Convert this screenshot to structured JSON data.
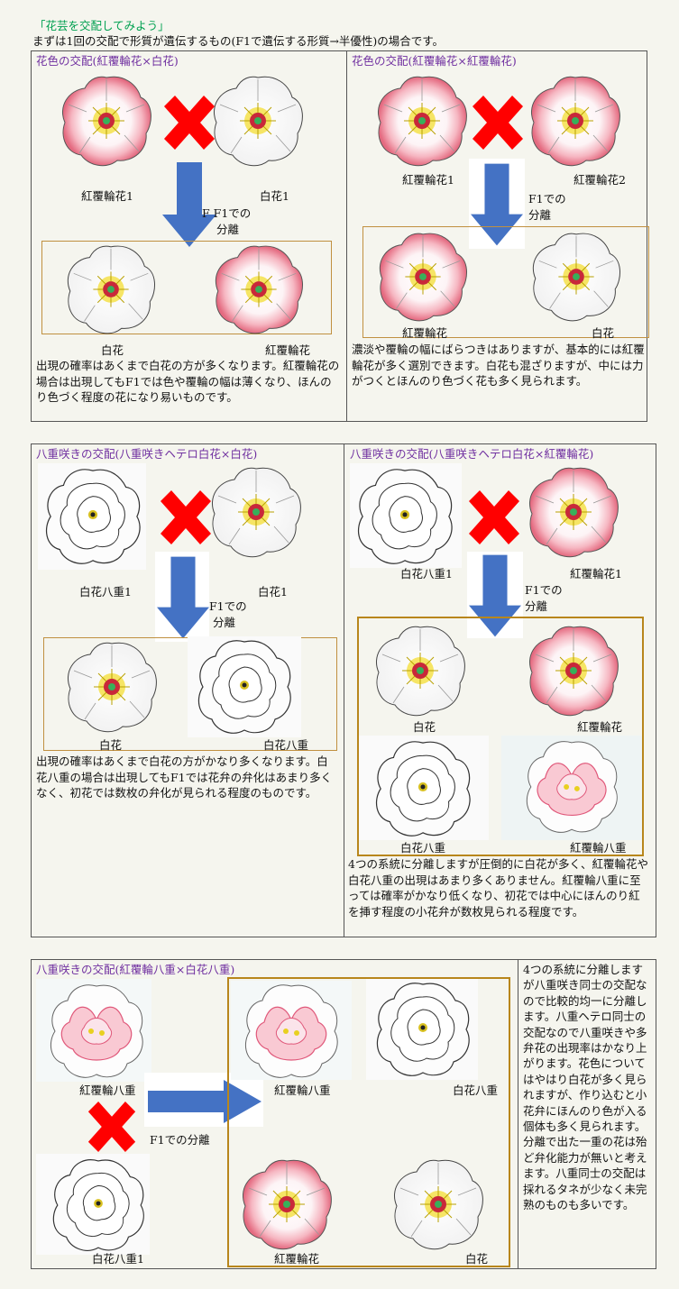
{
  "header": {
    "title": "「花芸を交配してみよう」",
    "intro": "まずは1回の交配で形質が遺伝するもの(F1で遺伝する形質→半優性)の場合です。"
  },
  "section1": {
    "left": {
      "heading": "花色の交配(紅覆輪花×白花)",
      "parent1": "紅覆輪花1",
      "parent2": "白花1",
      "f1_label_a": "F F1での",
      "f1_label_b": "分離",
      "child1": "白花",
      "child2": "紅覆輪花",
      "note": "出現の確率はあくまで白花の方が多くなります。紅覆輪花の場合は出現してもF1では色や覆輪の幅は薄くなり、ほんのり色づく程度の花になり易いものです。"
    },
    "right": {
      "heading": "花色の交配(紅覆輪花×紅覆輪花)",
      "parent1": "紅覆輪花1",
      "parent2": "紅覆輪花2",
      "f1_label_a": "F1での",
      "f1_label_b": "分離",
      "child1": "紅覆輪花",
      "child2": "白花",
      "note": "濃淡や覆輪の幅にばらつきはありますが、基本的には紅覆輪花が多く選別できます。白花も混ざりますが、中には力がつくとほんのり色づく花も多く見られます。"
    }
  },
  "section2": {
    "left": {
      "heading": "八重咲きの交配(八重咲きヘテロ白花×白花)",
      "parent1": "白花八重1",
      "parent2": "白花1",
      "f1_label_a": "F1での",
      "f1_label_b": "分離",
      "child1": "白花",
      "child2": "白花八重",
      "note": "出現の確率はあくまで白花の方がかなり多くなります。白花八重の場合は出現してもF1では花弁の弁化はあまり多くなく、初花では数枚の弁化が見られる程度のものです。"
    },
    "right": {
      "heading": "八重咲きの交配(八重咲きヘテロ白花×紅覆輪花)",
      "parent1": "白花八重1",
      "parent2": "紅覆輪花1",
      "f1_label_a": "F1での",
      "f1_label_b": "分離",
      "child1": "白花",
      "child2": "紅覆輪花",
      "child3": "白花八重",
      "child4": "紅覆輪八重",
      "note": "4つの系統に分離しますが圧倒的に白花が多く、紅覆輪花や白花八重の出現はあまり多くありません。紅覆輪八重に至っては確率がかなり低くなり、初花では中心にほんのり紅を挿す程度の小花弁が数枚見られる程度です。"
    }
  },
  "section3": {
    "heading": "八重咲きの交配(紅覆輪八重×白花八重)",
    "parent1": "紅覆輪八重",
    "parent2": "白花八重1",
    "f1_label": "F1での分離",
    "child1": "紅覆輪八重",
    "child2": "白花八重",
    "child3": "紅覆輪花",
    "child4": "白花",
    "note": "4つの系統に分離しますが八重咲き同士の交配なので比較的均一に分離します。八重ヘテロ同士の交配なので八重咲きや多弁花の出現率はかなり上がります。花色についてはやはり白花が多く見られますが、作り込むと小花弁にほんのり色が入る個体も多く見られます。分離で出た一重の花は殆ど弁化能力が無いと考えます。八重同士の交配は採れるタネが少なく未完熟のものも多いです。"
  },
  "colors": {
    "heading": "#7030a0",
    "title": "#00a050",
    "arrow": "#4472c4",
    "cross": "#ff0000",
    "frame": "#c09040"
  }
}
